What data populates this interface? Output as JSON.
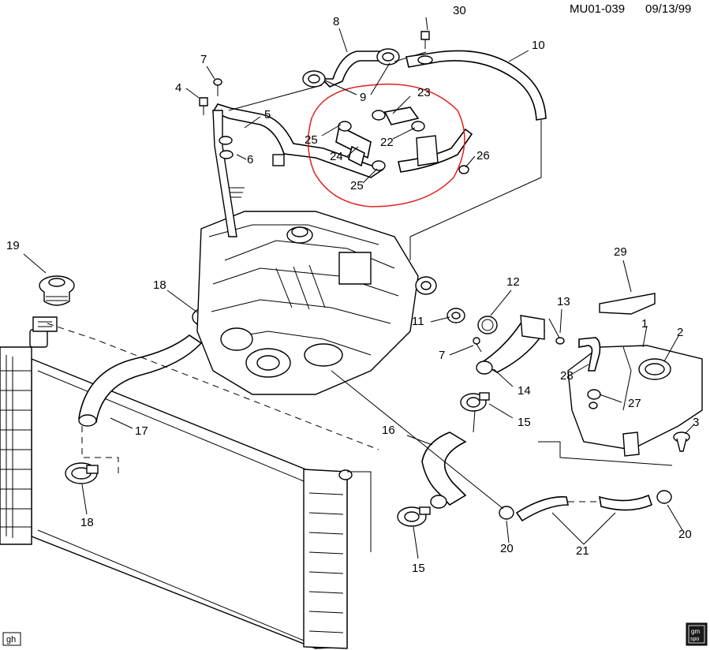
{
  "header": {
    "ref_code": "MU01-039",
    "date": "09/13/99"
  },
  "footer": {
    "left_tag": "gh",
    "logo_top": "gm",
    "logo_bottom": "spo"
  },
  "callouts": {
    "c1": "1",
    "c2": "2",
    "c3": "3",
    "c4": "4",
    "c5": "5",
    "c6": "6",
    "c7a": "7",
    "c7b": "7",
    "c8": "8",
    "c9": "9",
    "c10": "10",
    "c11": "11",
    "c12": "12",
    "c13": "13",
    "c14": "14",
    "c15a": "15",
    "c15b": "15",
    "c16": "16",
    "c17": "17",
    "c18a": "18",
    "c18b": "18",
    "c19": "19",
    "c20a": "20",
    "c20b": "20",
    "c21": "21",
    "c22": "22",
    "c23": "23",
    "c24": "24",
    "c25a": "25",
    "c25b": "25",
    "c26": "26",
    "c27": "27",
    "c28": "28",
    "c29": "29",
    "c30": "30"
  },
  "highlight": {
    "color": "#e02020"
  }
}
